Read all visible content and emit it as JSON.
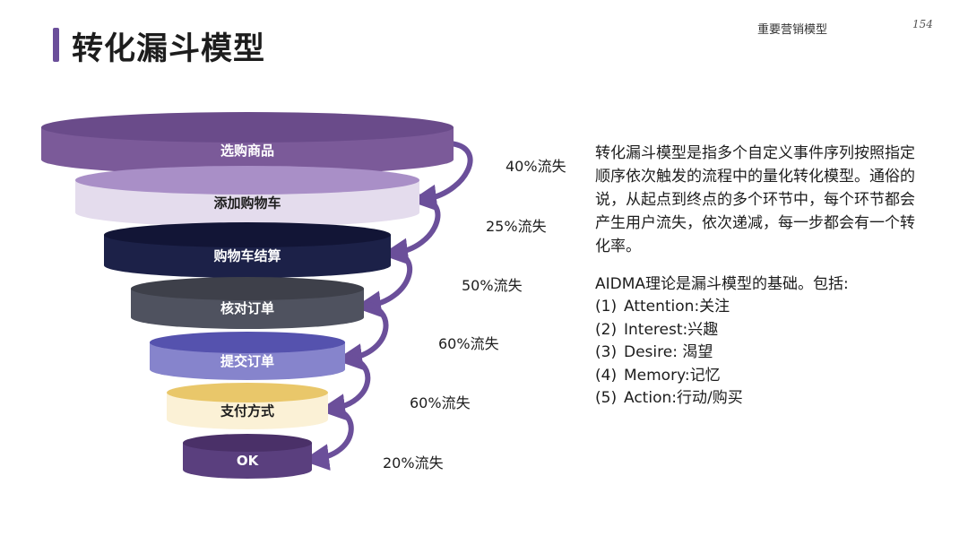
{
  "header": {
    "title": "转化漏斗模型",
    "section": "重要营销模型",
    "page_number": "154"
  },
  "funnel": {
    "stages": [
      {
        "label": "选购商品",
        "fill": "#7b5a99",
        "top_fill": "#6a4b8a",
        "text_color": "#ffffff"
      },
      {
        "label": "添加购物车",
        "fill": "#e4dced",
        "top_fill": "#a98fc7",
        "text_color": "#1d1d1d"
      },
      {
        "label": "购物车结算",
        "fill": "#1c2148",
        "top_fill": "#121536",
        "text_color": "#ffffff"
      },
      {
        "label": "核对订单",
        "fill": "#4f525f",
        "top_fill": "#3e404a",
        "text_color": "#ffffff"
      },
      {
        "label": "提交订单",
        "fill": "#8684cc",
        "top_fill": "#5552ae",
        "text_color": "#ffffff"
      },
      {
        "label": "支付方式",
        "fill": "#fbf1d6",
        "top_fill": "#e9c76a",
        "text_color": "#1d1d1d"
      },
      {
        "label": "OK",
        "fill": "#5a3f7e",
        "top_fill": "#4a3068",
        "text_color": "#ffffff"
      }
    ],
    "losses": [
      "40%流失",
      "25%流失",
      "50%流失",
      "60%流失",
      "60%流失",
      "20%流失"
    ],
    "arrow_color": "#6b4f9a"
  },
  "description": "转化漏斗模型是指多个自定义事件序列按照指定顺序依次触发的流程中的量化转化模型。通俗的说，从起点到终点的多个环节中，每个环节都会产生用户流失，依次递减，每一步都会有一个转化率。",
  "theory_intro": "AIDMA理论是漏斗模型的基础。包括:",
  "aidma_items": [
    {
      "num": "(1)",
      "text": "Attention:关注"
    },
    {
      "num": "(2)",
      "text": "Interest:兴趣"
    },
    {
      "num": "(3)",
      "text": "Desire: 渴望"
    },
    {
      "num": "(4)",
      "text": "Memory:记忆"
    },
    {
      "num": "(5)",
      "text": "Action:行动/购买"
    }
  ]
}
